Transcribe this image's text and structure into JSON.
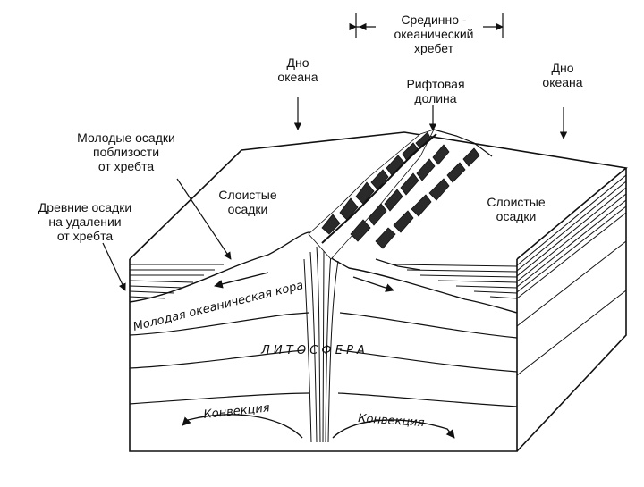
{
  "labels": {
    "ridge": "Срединно -\nокеанический\nхребет",
    "floor_left": "Дно\nокеана",
    "floor_right": "Дно\nокеана",
    "rift": "Рифтовая\nдолина",
    "young_sed": "Молодые осадки\nпоблизости\nот хребта",
    "old_sed": "Древние осадки\nна удалении\nот хребта",
    "layered_left": "Слоистые\nосадки",
    "layered_right": "Слоистые\nосадки",
    "young_crust": "Молодая океаническая кора",
    "lithosphere": "Л И Т О С Ф Е Р А",
    "convection_left": "Конвекция",
    "convection_right": "Конвекция"
  },
  "colors": {
    "ink": "#111111",
    "paper": "#ffffff",
    "rock": "#2a2a2a"
  }
}
